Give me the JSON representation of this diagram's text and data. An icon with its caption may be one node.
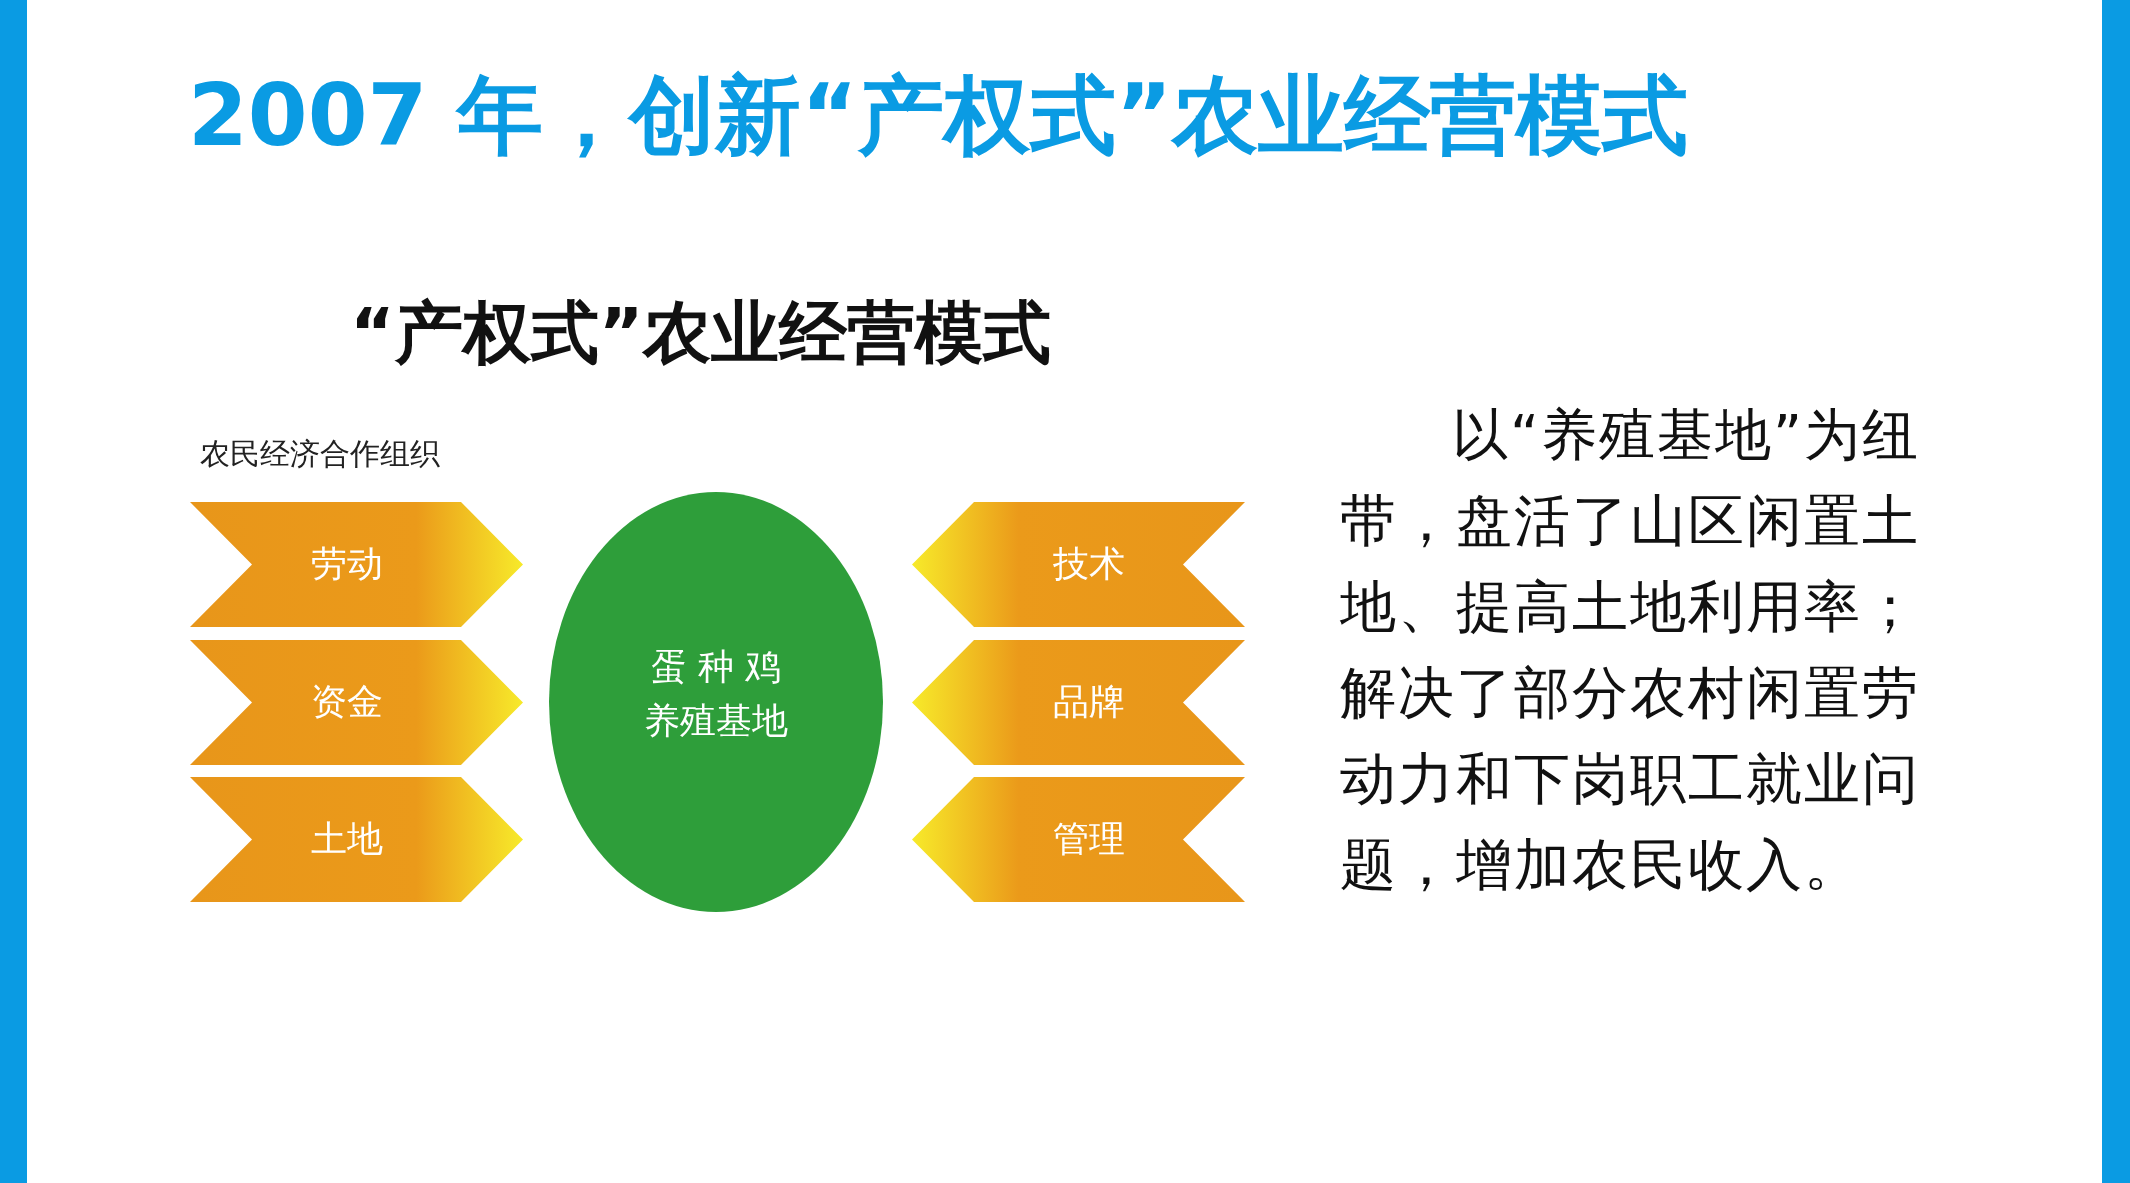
{
  "diagram": {
    "title": "2007 年，创新“产权式”农业经营模式",
    "nodes": [
      {
        "text": [
          "劳动"
        ]
      },
      {
        "text": [
          "资金"
        ]
      },
      {
        "text": [
          "土地"
        ]
      },
      {
        "text": [
          "蛋 种 鸡",
          "养殖基地"
        ]
      },
      {
        "text": [
          "技术"
        ]
      },
      {
        "text": [
          "品牌"
        ]
      },
      {
        "text": [
          "管理"
        ]
      }
    ],
    "labels": [
      "“产权式”农业经营模式",
      "农民经济合作组织",
      "以“养殖基地”为纽带，盘活了山区闲置土地、提高土地利用率；解决了部分农村闲置劳动力和下岗职工就业问题，增加农民收入。"
    ]
  }
}
